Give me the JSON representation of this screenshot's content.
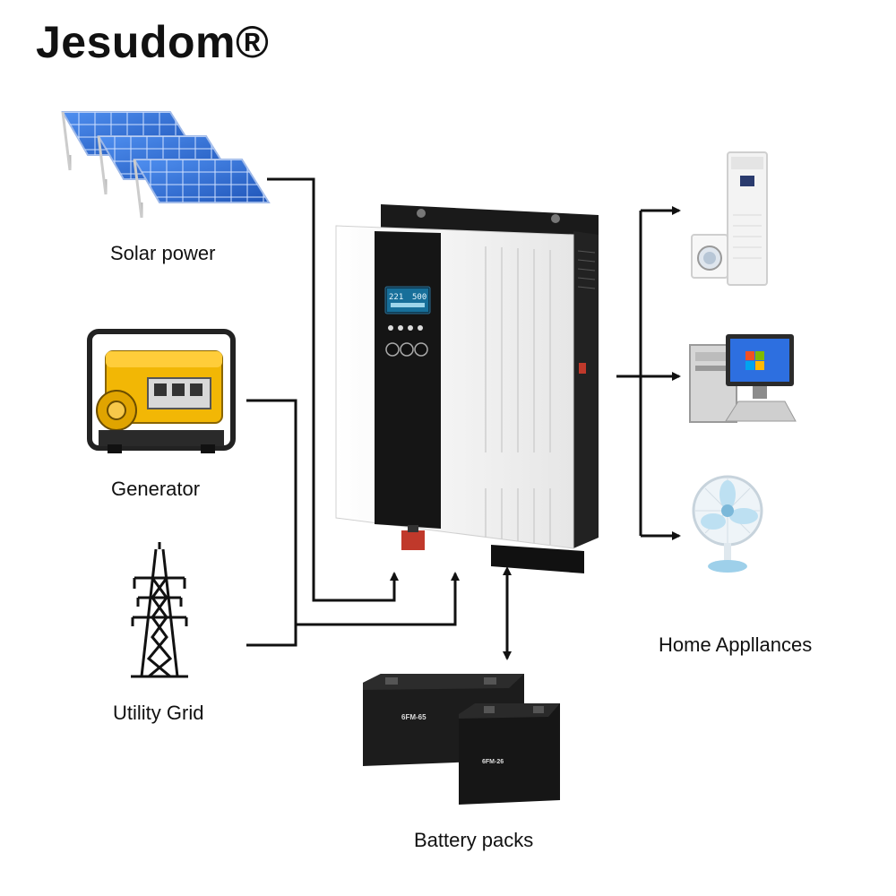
{
  "brand": "Jesudom®",
  "sources": {
    "solar": "Solar power",
    "generator": "Generator",
    "grid": "Utility Grid"
  },
  "battery": {
    "label": "Battery packs",
    "model_large": "6FM-65",
    "model_small": "6FM-26"
  },
  "appliances": {
    "label": "Home Appllances"
  },
  "inverter": {
    "lcd_left": "221",
    "lcd_right": "500"
  },
  "colors": {
    "line": "#111111",
    "solar_panel": "#2f6fd6",
    "generator": "#f2b705",
    "inverter_body": "#f4f4f4",
    "inverter_panel": "#111111",
    "lcd": "#20a8e6",
    "battery": "#1c1c1c"
  },
  "icons": [
    "solar-panel-icon",
    "generator-icon",
    "power-tower-icon",
    "inverter-icon",
    "battery-icon",
    "air-conditioner-icon",
    "washing-machine-icon",
    "computer-icon",
    "fan-icon"
  ]
}
